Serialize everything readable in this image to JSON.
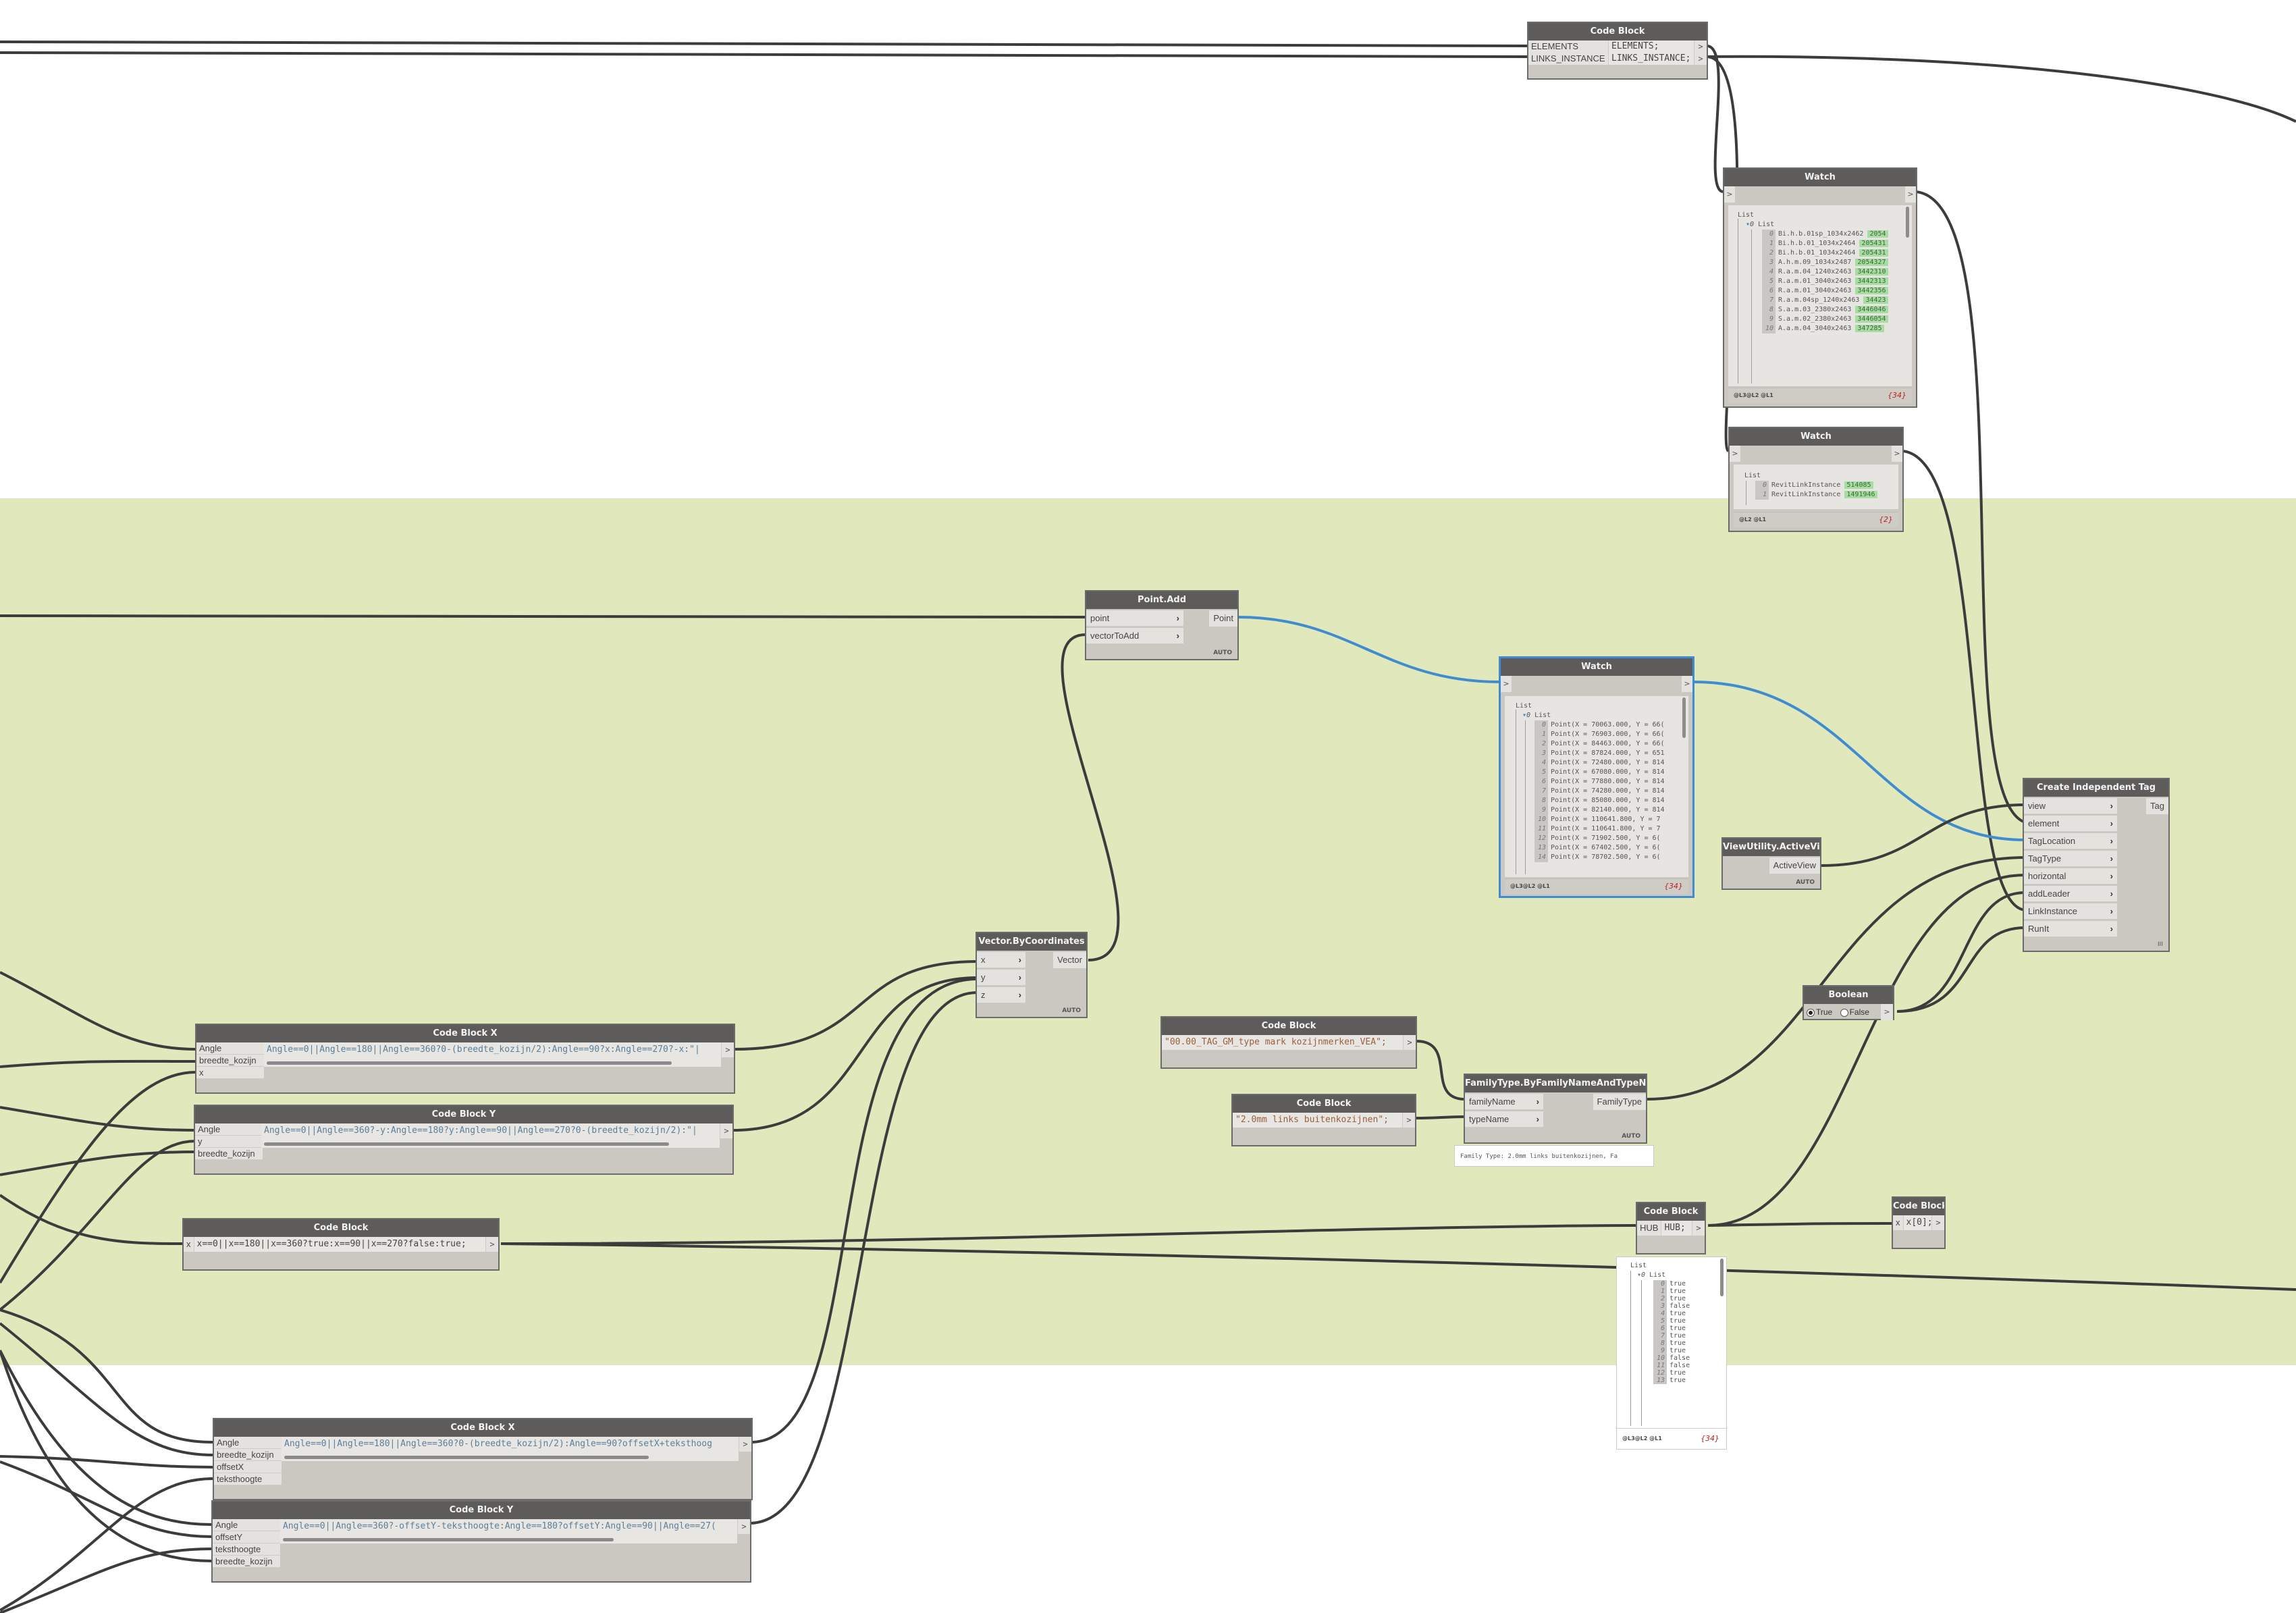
{
  "app": "Dynamo",
  "colors": {
    "group_background": "#e0e8bc",
    "wire": "#3c3c3c",
    "selected_wire": "#3f8dd0",
    "node_header": "#5e5c5a",
    "node_body": "#cbc7c1"
  },
  "nodes": {
    "cb_elements": {
      "title": "Code Block",
      "inputs": [
        "ELEMENTS",
        "LINKS_INSTANCE"
      ],
      "code_lines": [
        "ELEMENTS;",
        "LINKS_INSTANCE;"
      ],
      "output_symbol": ">"
    },
    "watch_elements": {
      "title": "Watch",
      "root": "List",
      "sub_label": "List",
      "sub_index": "0",
      "items": [
        {
          "i": "0",
          "name": "Bi.h.b.01sp_1034x2462",
          "id": "2054"
        },
        {
          "i": "1",
          "name": "Bi.h.b.01_1034x2464",
          "id": "205431"
        },
        {
          "i": "2",
          "name": "Bi.h.b.01_1034x2464",
          "id": "205431"
        },
        {
          "i": "3",
          "name": "A.h.m.09_1034x2487",
          "id": "2054327"
        },
        {
          "i": "4",
          "name": "R.a.m.04_1240x2463",
          "id": "3442310"
        },
        {
          "i": "5",
          "name": "R.a.m.01_3040x2463",
          "id": "3442313"
        },
        {
          "i": "6",
          "name": "R.a.m.01_3040x2463",
          "id": "3442356"
        },
        {
          "i": "7",
          "name": "R.a.m.04sp_1240x2463",
          "id": "34423"
        },
        {
          "i": "8",
          "name": "S.a.m.03_2380x2463",
          "id": "3446046"
        },
        {
          "i": "9",
          "name": "S.a.m.02_2380x2463",
          "id": "3446054"
        },
        {
          "i": "10",
          "name": "A.a.m.04_3040x2463",
          "id": "347285"
        }
      ],
      "levels": "@L3@L2 @L1",
      "count": "{34}"
    },
    "watch_links": {
      "title": "Watch",
      "root": "List",
      "items": [
        {
          "i": "0",
          "name": "RevitLinkInstance",
          "id": "514085"
        },
        {
          "i": "1",
          "name": "RevitLinkInstance",
          "id": "1491946"
        }
      ],
      "levels": "@L2 @L1",
      "count": "{2}"
    },
    "point_add": {
      "title": "Point.Add",
      "inputs": [
        "point",
        "vectorToAdd"
      ],
      "output": "Point",
      "lacing": "AUTO"
    },
    "watch_points": {
      "title": "Watch",
      "root": "List",
      "sub_label": "List",
      "sub_index": "0",
      "items": [
        {
          "i": "0",
          "text": "Point(X = 70063.000, Y = 66("
        },
        {
          "i": "1",
          "text": "Point(X = 76903.000, Y = 66("
        },
        {
          "i": "2",
          "text": "Point(X = 84463.000, Y = 66("
        },
        {
          "i": "3",
          "text": "Point(X = 87824.000, Y = 651"
        },
        {
          "i": "4",
          "text": "Point(X = 72480.000, Y = 814"
        },
        {
          "i": "5",
          "text": "Point(X = 67080.000, Y = 814"
        },
        {
          "i": "6",
          "text": "Point(X = 77880.000, Y = 814"
        },
        {
          "i": "7",
          "text": "Point(X = 74280.000, Y = 814"
        },
        {
          "i": "8",
          "text": "Point(X = 85080.000, Y = 814"
        },
        {
          "i": "9",
          "text": "Point(X = 82140.000, Y = 814"
        },
        {
          "i": "10",
          "text": "Point(X = 110641.800, Y = 7"
        },
        {
          "i": "11",
          "text": "Point(X = 110641.800, Y = 7"
        },
        {
          "i": "12",
          "text": "Point(X = 71902.500, Y = 6("
        },
        {
          "i": "13",
          "text": "Point(X = 67402.500, Y = 6("
        },
        {
          "i": "14",
          "text": "Point(X = 78702.500, Y = 6("
        }
      ],
      "levels": "@L3@L2 @L1",
      "count": "{34}"
    },
    "vector_by_coords": {
      "title": "Vector.ByCoordinates",
      "inputs": [
        "x",
        "y",
        "z"
      ],
      "output": "Vector",
      "lacing": "AUTO"
    },
    "create_tag": {
      "title": "Create Independent Tag",
      "inputs": [
        "view",
        "element",
        "TagLocation",
        "TagType",
        "horizontal",
        "addLeader",
        "LinkInstance",
        "RunIt"
      ],
      "output": "Tag",
      "lacing": "III"
    },
    "active_view": {
      "title": "ViewUtility.ActiveView",
      "output": "ActiveView",
      "lacing": "AUTO"
    },
    "boolean": {
      "title": "Boolean",
      "true_label": "True",
      "false_label": "False",
      "selected": "True",
      "output_symbol": ">"
    },
    "cb_family_name": {
      "title": "Code Block",
      "code": "\"00.00_TAG_GM_type mark kozijnmerken_VEA\";",
      "output_symbol": ">"
    },
    "cb_type_name": {
      "title": "Code Block",
      "code": "\"2.0mm links buitenkozijnen\";",
      "output_symbol": ">"
    },
    "family_type": {
      "title": "FamilyType.ByFamilyNameAndTypeName",
      "inputs": [
        "familyName",
        "typeName"
      ],
      "output": "FamilyType",
      "lacing": "AUTO",
      "preview": "Family Type: 2.0mm links buitenkozijnen, Fa"
    },
    "cb_x_1": {
      "title": "Code Block X",
      "inputs": [
        "Angle",
        "breedte_kozijn",
        "x"
      ],
      "code": "Angle==0||Angle==180||Angle==360?0-(breedte_kozijn/2):Angle==90?x:Angle==270?-x:\"|",
      "output_symbol": ">"
    },
    "cb_y_1": {
      "title": "Code Block Y",
      "inputs": [
        "Angle",
        "y",
        "breedte_kozijn"
      ],
      "code": "Angle==0||Angle==360?-y:Angle==180?y:Angle==90||Angle==270?0-(breedte_kozijn/2):\"|",
      "output_symbol": ">"
    },
    "cb_horizontal": {
      "title": "Code Block",
      "inputs": [
        "x"
      ],
      "code": "x==0||x==180||x==360?true:x==90||x==270?false:true;",
      "output_symbol": ">"
    },
    "cb_hub": {
      "title": "Code Block",
      "inputs": [
        "HUB"
      ],
      "code": "HUB;",
      "output_symbol": ">"
    },
    "cb_index": {
      "title": "Code Block",
      "inputs": [
        "x"
      ],
      "code": "x[0];",
      "output_symbol": ">"
    },
    "hub_preview": {
      "root": "List",
      "sub_label": "List",
      "sub_index": "0",
      "items": [
        {
          "i": "0",
          "v": "true"
        },
        {
          "i": "1",
          "v": "true"
        },
        {
          "i": "2",
          "v": "true"
        },
        {
          "i": "3",
          "v": "false"
        },
        {
          "i": "4",
          "v": "true"
        },
        {
          "i": "5",
          "v": "true"
        },
        {
          "i": "6",
          "v": "true"
        },
        {
          "i": "7",
          "v": "true"
        },
        {
          "i": "8",
          "v": "true"
        },
        {
          "i": "9",
          "v": "true"
        },
        {
          "i": "10",
          "v": "false"
        },
        {
          "i": "11",
          "v": "false"
        },
        {
          "i": "12",
          "v": "true"
        },
        {
          "i": "13",
          "v": "true"
        }
      ],
      "levels": "@L3@L2 @L1",
      "count": "{34}"
    },
    "cb_x_2": {
      "title": "Code Block X",
      "inputs": [
        "Angle",
        "breedte_kozijn",
        "offsetX",
        "teksthoogte"
      ],
      "code": "Angle==0||Angle==180||Angle==360?0-(breedte_kozijn/2):Angle==90?offsetX+teksthoog",
      "output_symbol": ">"
    },
    "cb_y_2": {
      "title": "Code Block Y",
      "inputs": [
        "Angle",
        "offsetY",
        "teksthoogte",
        "breedte_kozijn"
      ],
      "code": "Angle==0||Angle==360?-offsetY-teksthoogte:Angle==180?offsetY:Angle==90||Angle==27(",
      "output_symbol": ">"
    }
  }
}
